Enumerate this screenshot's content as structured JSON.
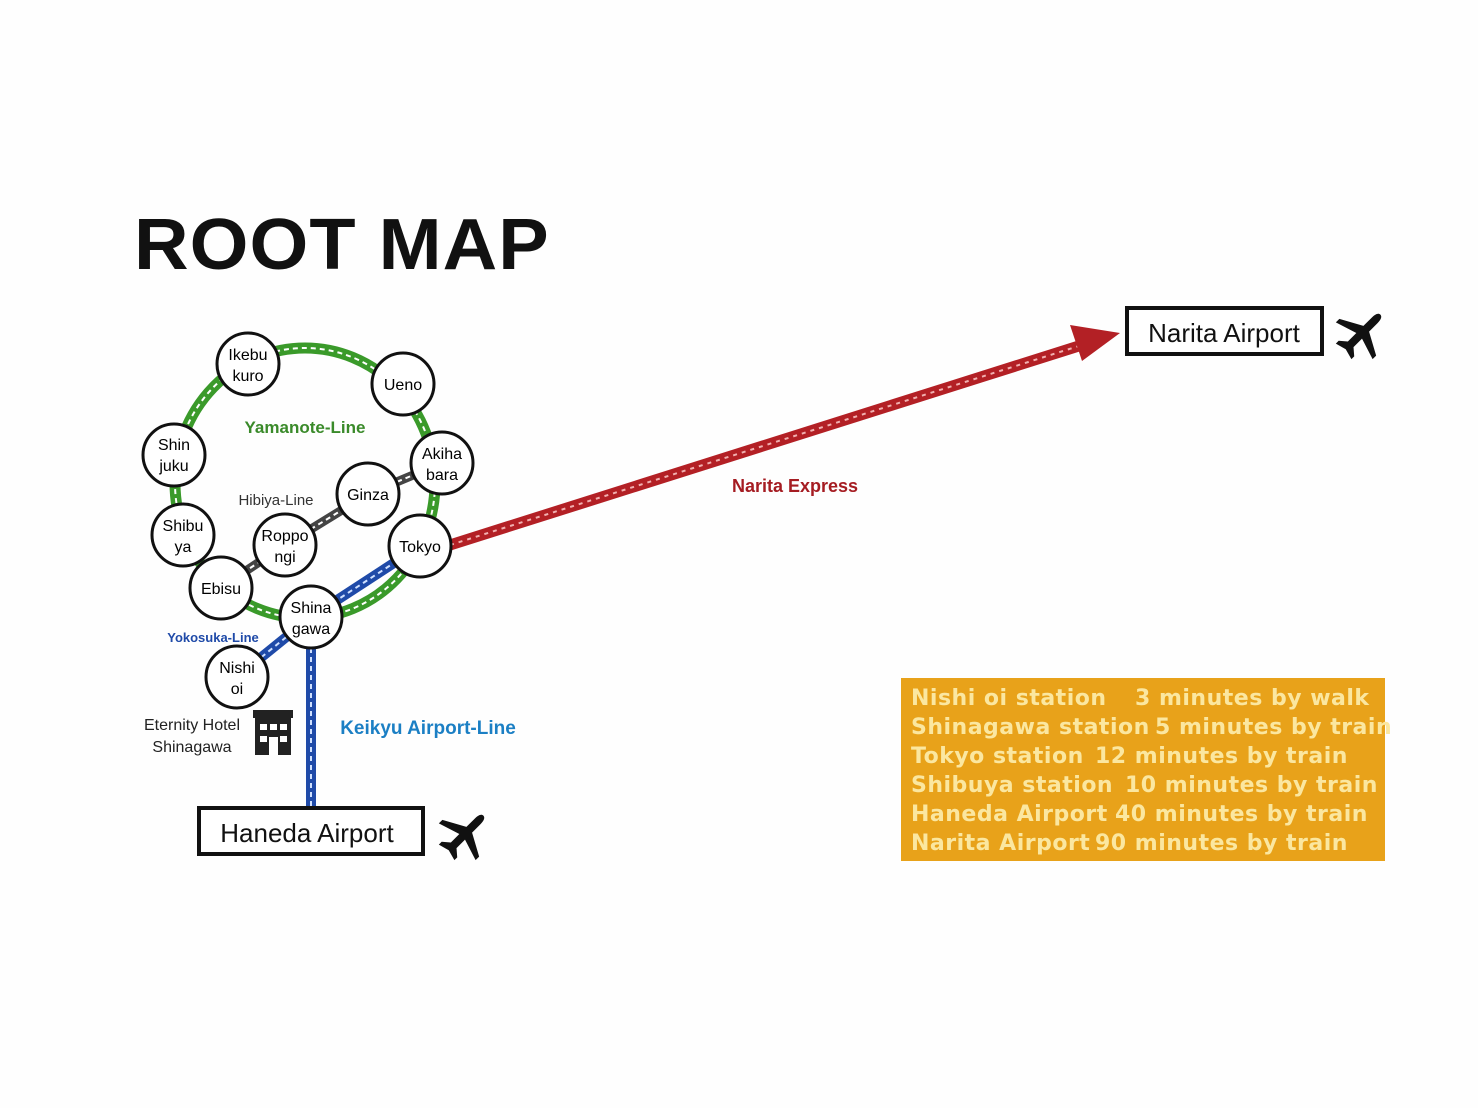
{
  "title": "ROOT MAP",
  "lines": {
    "yamanote": "Yamanote-Line",
    "hibiya": "Hibiya-Line",
    "yokosuka": "Yokosuka-Line",
    "keikyu": "Keikyu Airport-Line",
    "narita_express": "Narita Express"
  },
  "stations": {
    "ikebukuro": [
      "Ikebu",
      "kuro"
    ],
    "ueno": [
      "Ueno"
    ],
    "shinjuku": [
      "Shin",
      "juku"
    ],
    "akihabara": [
      "Akiha",
      "bara"
    ],
    "ginza": [
      "Ginza"
    ],
    "shibuya": [
      "Shibu",
      "ya"
    ],
    "roppongi": [
      "Roppo",
      "ngi"
    ],
    "tokyo": [
      "Tokyo"
    ],
    "ebisu": [
      "Ebisu"
    ],
    "shinagawa": [
      "Shina",
      "gawa"
    ],
    "nishioi": [
      "Nishi",
      "oi"
    ]
  },
  "hotel": [
    "Eternity Hotel",
    "Shinagawa"
  ],
  "airports": {
    "narita": "Narita Airport",
    "haneda": "Haneda Airport"
  },
  "colors": {
    "yamanote": "#3a9a2a",
    "hibiya": "#444444",
    "blue_line": "#1f4aa8",
    "narita_express": "#b32025",
    "info_bg": "#e8a21a",
    "info_text": "#fbe7a0"
  },
  "icons": [
    "airplane-icon",
    "building-icon"
  ],
  "access_info": [
    {
      "place": "Nishi oi station",
      "time": "3 minutes by walk"
    },
    {
      "place": "Shinagawa station",
      "time": "5 minutes by train"
    },
    {
      "place": "Tokyo station",
      "time": "12 minutes by train"
    },
    {
      "place": "Shibuya station",
      "time": "10 minutes by train"
    },
    {
      "place": "Haneda Airport",
      "time": "40 minutes by train"
    },
    {
      "place": "Narita Airport",
      "time": "90 minutes by train"
    }
  ]
}
